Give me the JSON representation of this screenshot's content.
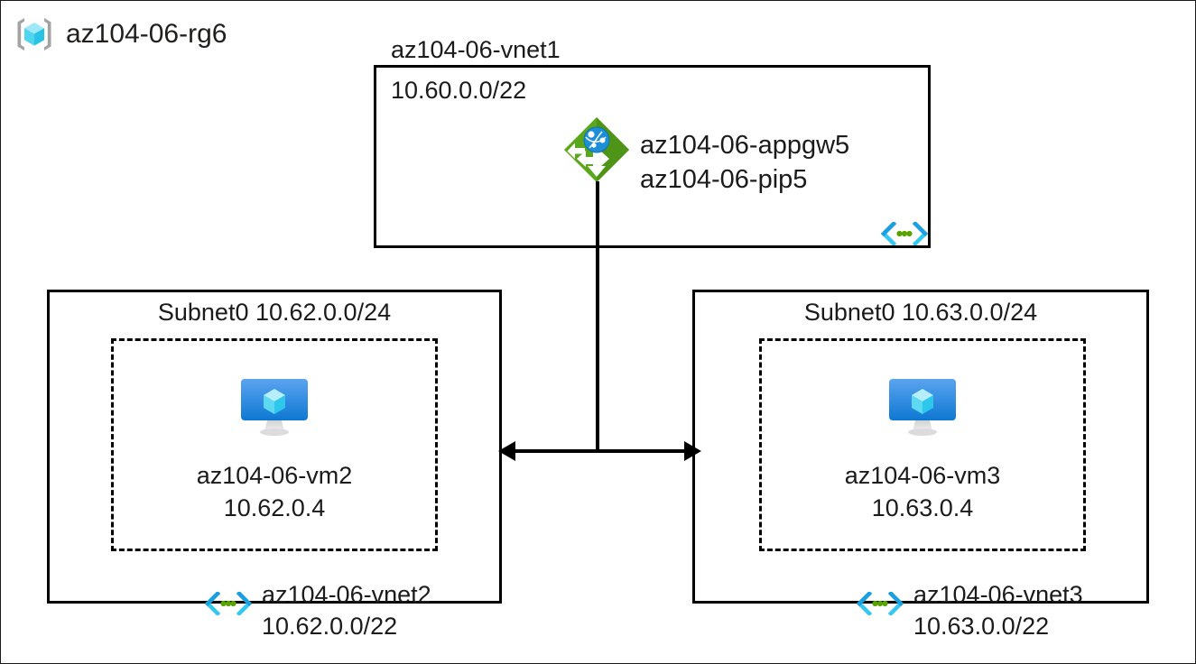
{
  "resource_group": {
    "name": "az104-06-rg6",
    "icon": "resource-group-cube-icon"
  },
  "vnet1": {
    "title": "az104-06-vnet1",
    "address_space": "10.60.0.0/22",
    "vnet_badge_icon": "virtual-network-icon",
    "gateway": {
      "icon": "application-gateway-icon",
      "name": "az104-06-appgw5",
      "public_ip": "az104-06-pip5"
    }
  },
  "left_vnet": {
    "subnet_label": "Subnet0 10.62.0.0/24",
    "vm": {
      "icon": "virtual-machine-icon",
      "name": "az104-06-vm2",
      "ip": "10.62.0.4"
    },
    "vnet_badge_icon": "virtual-network-icon",
    "vnet_name": "az104-06-vnet2",
    "address_space": "10.62.0.0/22"
  },
  "right_vnet": {
    "subnet_label": "Subnet0 10.63.0.0/24",
    "vm": {
      "icon": "virtual-machine-icon",
      "name": "az104-06-vm3",
      "ip": "10.63.0.4"
    },
    "vnet_badge_icon": "virtual-network-icon",
    "vnet_name": "az104-06-vnet3",
    "address_space": "10.63.0.0/22"
  },
  "connectors": {
    "peering_arrow": "bidirectional-peering-arrow",
    "gateway_link": "gateway-downlink-line"
  },
  "colors": {
    "border": "#000000",
    "text": "#1b1b1b",
    "appgw_green": "#59a617",
    "vnet_cyan": "#32c8f0",
    "vnet_blue": "#1b9fe0",
    "vnet_dot_green": "#57a300",
    "vm_blue_top": "#57a0ee",
    "vm_blue_bottom": "#0f7ad4",
    "cube_cyan": "#9fe7f5",
    "rg_bracket_grey": "#a0a0a0"
  }
}
